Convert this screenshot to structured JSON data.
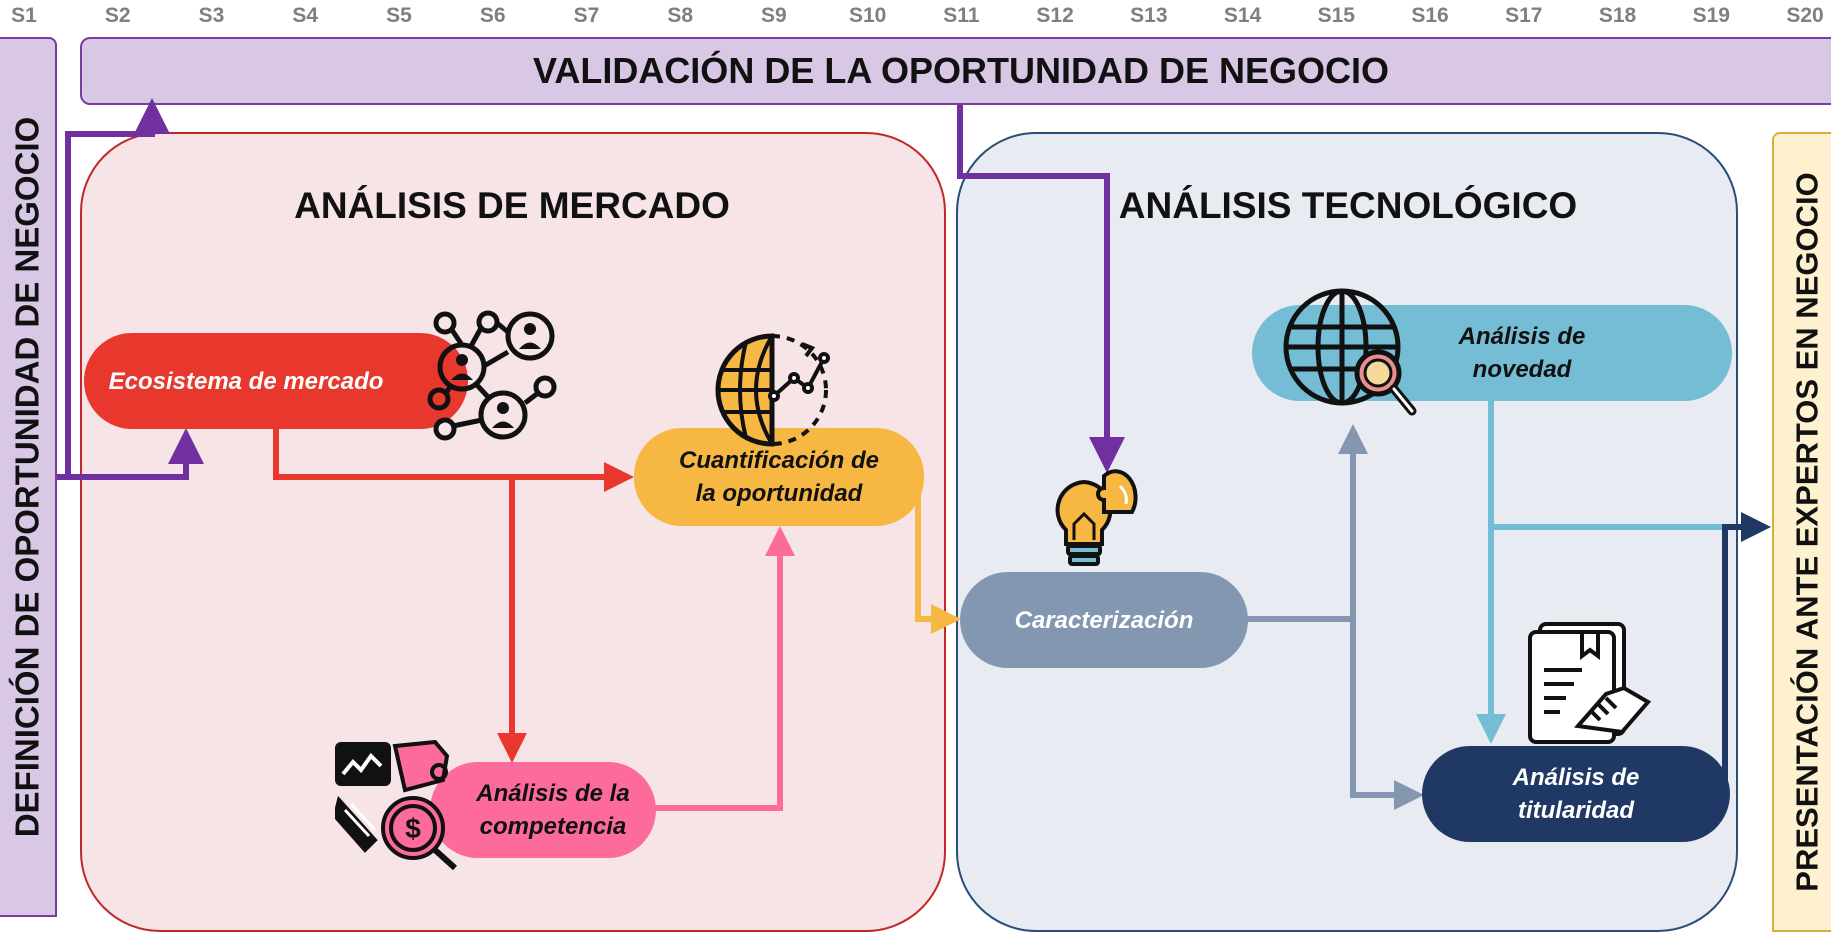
{
  "weeks": [
    "S1",
    "S2",
    "S3",
    "S4",
    "S5",
    "S6",
    "S7",
    "S8",
    "S9",
    "S10",
    "S11",
    "S12",
    "S13",
    "S14",
    "S15",
    "S16",
    "S17",
    "S18",
    "S19",
    "S20"
  ],
  "banner": {
    "title": "VALIDACIÓN DE LA OPORTUNIDAD DE NEGOCIO",
    "color": "#d9c7e6",
    "border": "#7a3d9e"
  },
  "left_bar": {
    "title": "DEFINICIÓN DE OPORTUNIDAD DE NEGOCIO"
  },
  "right_bar": {
    "title": "PRESENTACIÓN ANTE EXPERTOS EN NEGOCIO",
    "color": "#fdf1cf",
    "border": "#d4b13a"
  },
  "market": {
    "title": "ANÁLISIS DE MERCADO",
    "color": "#f6e4e6",
    "border": "#c0292b",
    "nodes": {
      "ecosystem": {
        "label": "Ecosistema de mercado",
        "color": "#e8372c"
      },
      "quantification": {
        "label_line1": "Cuantificación de",
        "label_line2": "la oportunidad",
        "color": "#f6b743"
      },
      "competition": {
        "label_line1": "Análisis de la",
        "label_line2": "competencia",
        "color": "#fd6b9a"
      }
    }
  },
  "tech": {
    "title": "ANÁLISIS TECNOLÓGICO",
    "color": "#e8ebf1",
    "border": "#2b4d77",
    "nodes": {
      "characterization": {
        "label": "Caracterización",
        "color": "#8497b0"
      },
      "novelty": {
        "label_line1": "Análisis de",
        "label_line2": "novedad",
        "color": "#75bcd5"
      },
      "ownership": {
        "label_line1": "Análisis de",
        "label_line2": "titularidad",
        "color": "#203864"
      }
    }
  },
  "icons": [
    "network-icon",
    "globe-chart-icon",
    "competition-money-icon",
    "lightbulb-puzzle-icon",
    "globe-magnifier-icon",
    "contract-handshake-icon"
  ]
}
